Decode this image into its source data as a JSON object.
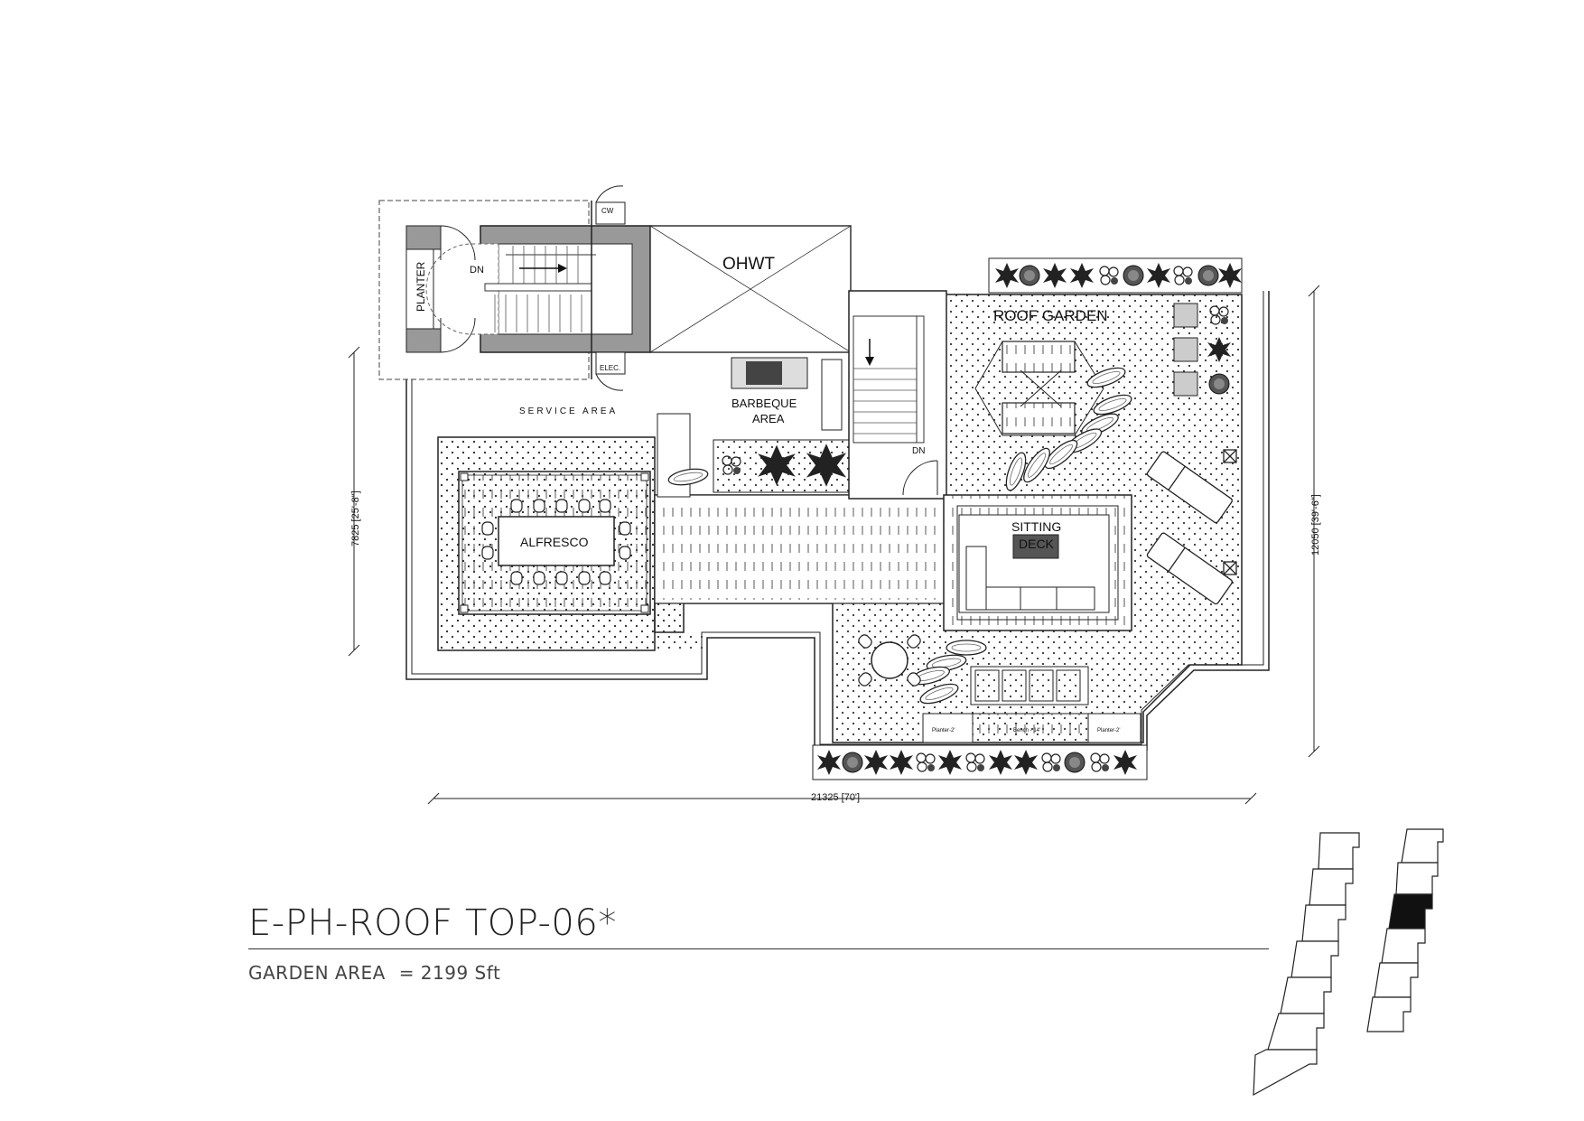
{
  "plan": {
    "labels": {
      "planter": "PLANTER",
      "dn_stair1": "DN",
      "cw": "CW",
      "elec": "ELEC.",
      "ohwt": "OHWT",
      "service_area": "SERVICE AREA",
      "barbeque_1": "BARBEQUE",
      "barbeque_2": "AREA",
      "dn_stair2": "DN",
      "roof_garden": "ROOF GARDEN",
      "alfresco": "ALFRESCO",
      "sitting_1": "SITTING",
      "sitting_2": "DECK",
      "planter_2_left": "Planter-2'",
      "bench": "Bench - 14'",
      "planter_2_right": "Planter-2'"
    },
    "dimensions": {
      "left_height": "7825 [25'-8\"]",
      "right_height": "12050 [39'-6\"]",
      "bottom_width": "21325 [70']"
    }
  },
  "title_block": {
    "title": "E-PH-ROOF TOP-06*",
    "area_label": "GARDEN AREA",
    "area_value": "= 2199 Sft"
  },
  "key_plan": {
    "highlight_color": "#111111"
  }
}
